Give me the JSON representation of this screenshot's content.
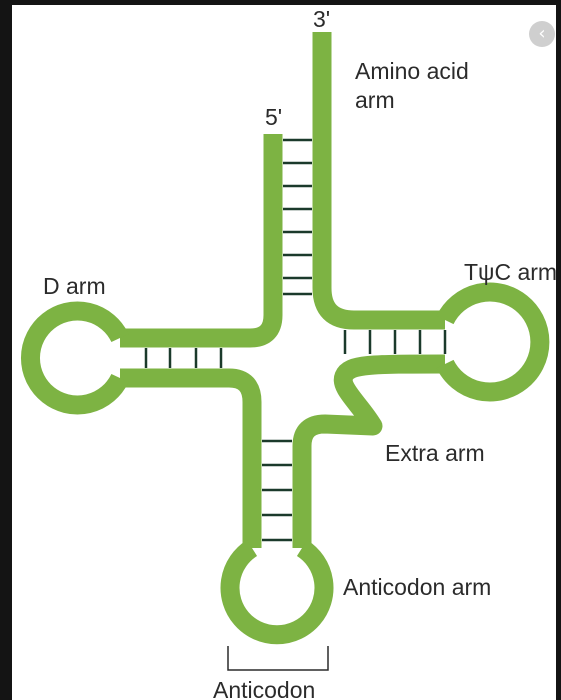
{
  "labels": {
    "three_prime": "3'",
    "five_prime": "5'",
    "amino_acid_arm_line1": "Amino acid",
    "amino_acid_arm_line2": "arm",
    "d_arm": "D arm",
    "tpsic_arm": "TψC arm",
    "extra_arm": "Extra arm",
    "anticodon_arm": "Anticodon arm",
    "anticodon": "Anticodon"
  },
  "controls": {
    "back_icon": "chevron-left-icon",
    "back_glyph": "‹"
  },
  "colors": {
    "strand": "#7db343",
    "base_pair": "#1b3a2b",
    "label_text": "#2b2b2b",
    "border": "#141414",
    "button_bg": "#cfcfcf"
  }
}
